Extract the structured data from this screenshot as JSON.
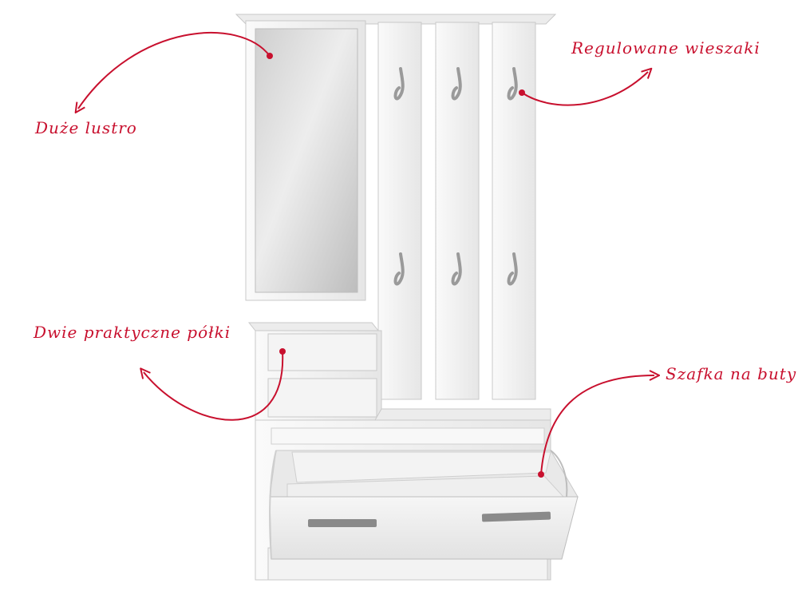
{
  "callouts": {
    "mirror": "Duże lustro",
    "hooks": "Regulowane wieszaki",
    "shelves": "Dwie praktyczne półki",
    "shoe_cabinet": "Szafka na buty"
  },
  "colors": {
    "accent": "#c8102e",
    "furniture": "#f2f2f2",
    "furniture_edge": "#c9c9c9",
    "mirror_glass": "#d9d9d9",
    "handle": "#8a8a8a"
  },
  "icons": {
    "hook": "coat-hook-icon",
    "handle": "drawer-handle-icon"
  }
}
